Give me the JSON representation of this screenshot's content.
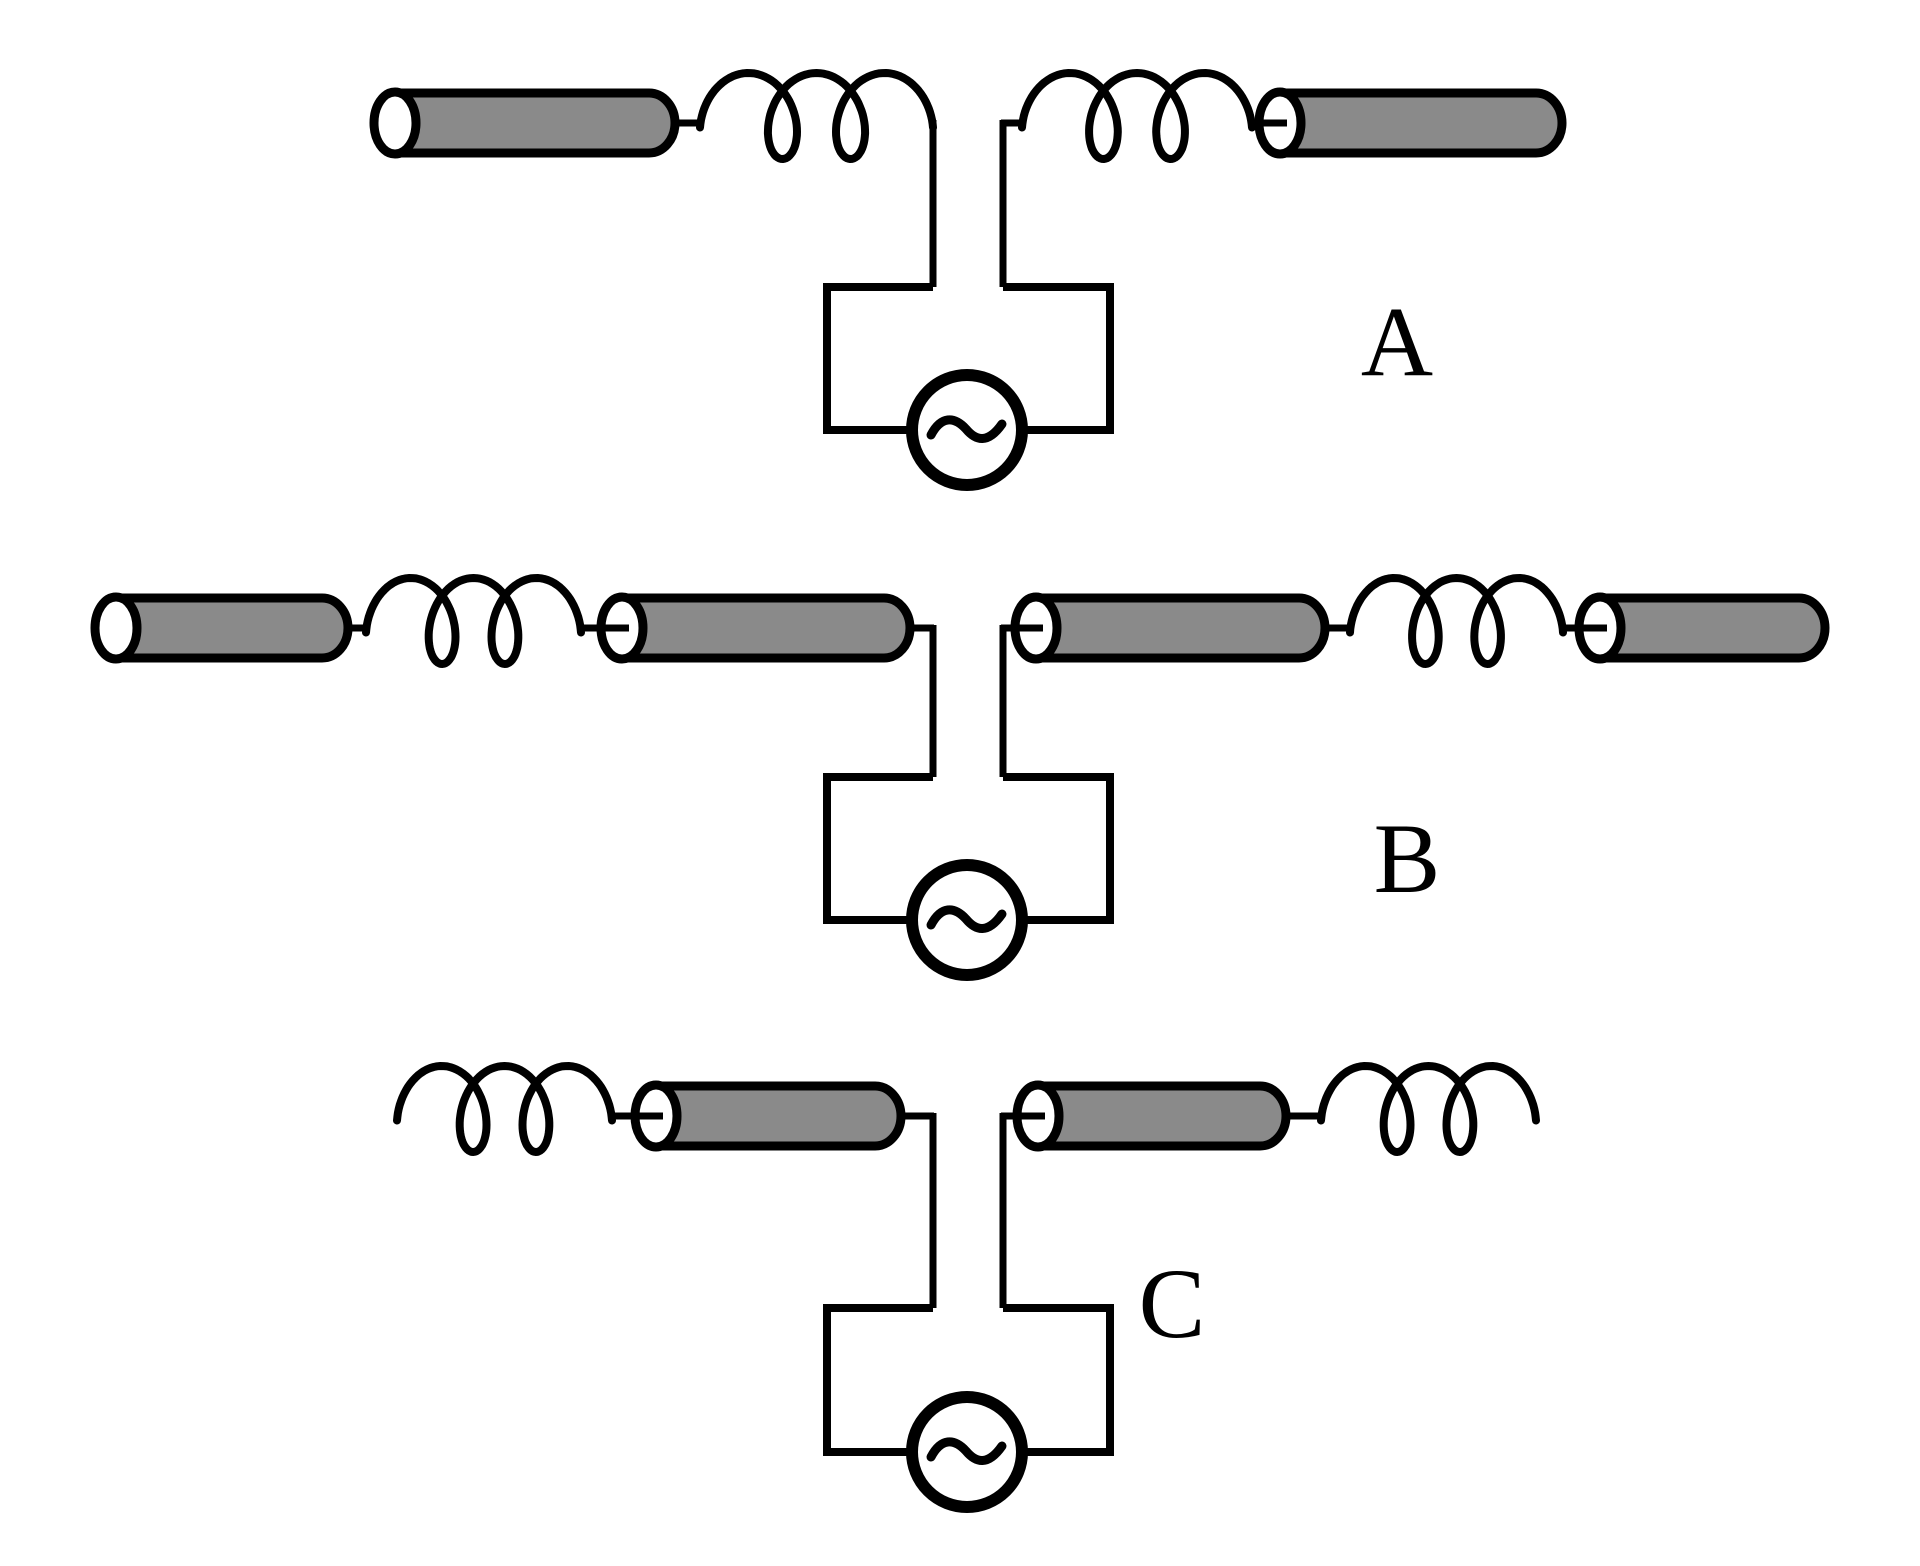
{
  "figure": {
    "labels": [
      {
        "id": "a",
        "text": "A"
      },
      {
        "id": "b",
        "text": "B"
      },
      {
        "id": "c",
        "text": "C"
      }
    ],
    "colors": {
      "element_fill": "#8a8a8a",
      "line": "#000000",
      "background": "#ffffff"
    },
    "icons": {
      "ac_source": "sine-wave-in-circle",
      "coil": "inductor-loops",
      "tube": "antenna-element-cylinder"
    }
  }
}
